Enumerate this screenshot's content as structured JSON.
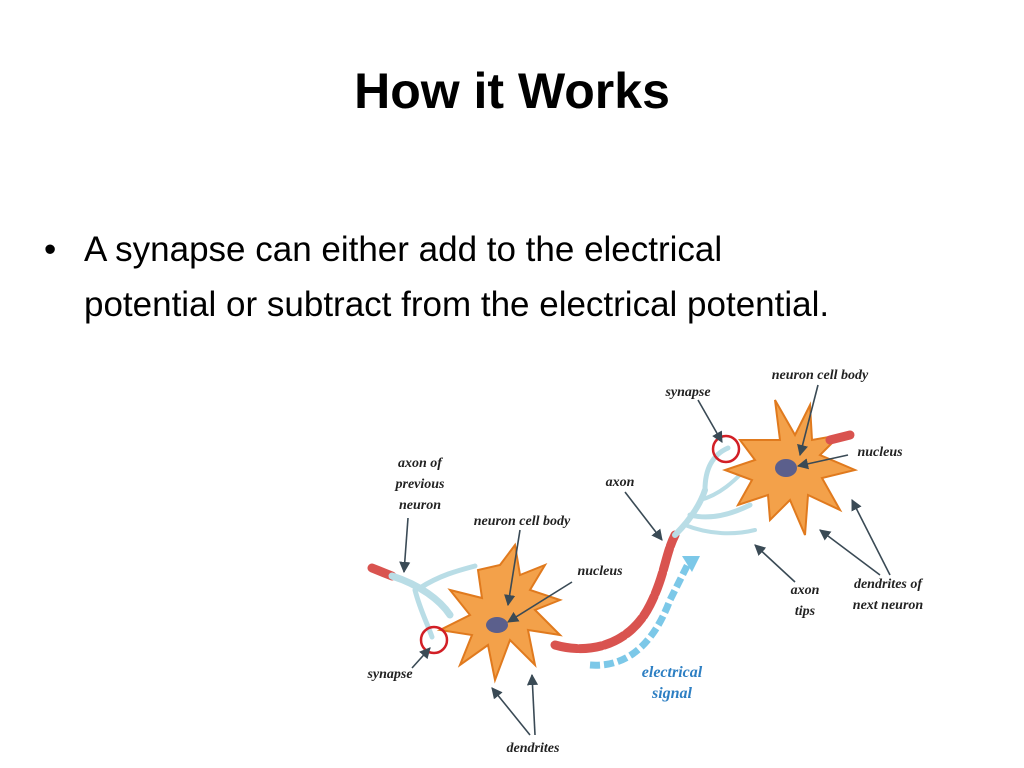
{
  "slide": {
    "title": "How it Works",
    "bullets": [
      "A synapse can either add to the electrical potential or subtract from the electrical potential."
    ]
  },
  "diagram": {
    "labels": {
      "synapse_top": "synapse",
      "neuron_cell_body_top": "neuron cell body",
      "nucleus_top": "nucleus",
      "axon": "axon",
      "axon_of_previous_1": "axon of",
      "axon_of_previous_2": "previous",
      "axon_of_previous_3": "neuron",
      "neuron_cell_body_left": "neuron cell body",
      "nucleus_left": "nucleus",
      "axon_tips_1": "axon",
      "axon_tips_2": "tips",
      "dendrites_next_1": "dendrites of",
      "dendrites_next_2": "next neuron",
      "electrical_signal_1": "electrical",
      "electrical_signal_2": "signal",
      "synapse_left": "synapse",
      "dendrites": "dendrites"
    },
    "colors": {
      "cell_body": "#f3a14a",
      "cell_outline": "#e07a1e",
      "nucleus": "#5b5f8c",
      "axon": "#d9534f",
      "dendrite_blue": "#b9dde6",
      "synapse_circle": "#d21f26",
      "signal_arrow": "#7cc8e8",
      "label_blue": "#2d7fc3"
    }
  }
}
